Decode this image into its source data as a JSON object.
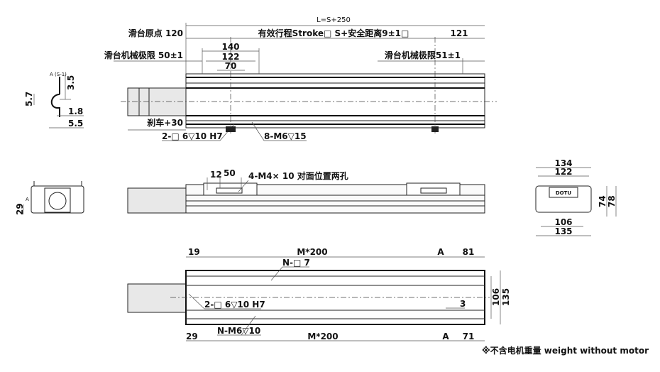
{
  "top_view": {
    "overall_length": "L=S+250",
    "origin": "滑台原点 120",
    "stroke": "有效行程Stroke□ S+安全距离9±1□",
    "right_offset": "121",
    "limit_left": "滑台机械极限  50±1",
    "limit_right": "滑台机械极限51±1",
    "dim_140": "140",
    "dim_122": "122",
    "dim_70": "70",
    "brake": "刹车+30",
    "pin_holes": "2-□ 6▽10 H7",
    "tapped_holes": "8-M6▽15"
  },
  "profile_detail": {
    "label": "A (S-1)",
    "dim_3_5": "3.5",
    "dim_5_7": "5.7",
    "dim_1_8": "1.8",
    "dim_5_5": "5.5"
  },
  "side_view": {
    "dim_12": "12",
    "dim_50": "50",
    "holes_note": "4-M4⨯ 10 对面位置两孔"
  },
  "left_end_view": {
    "label_a": "A",
    "dim_29": "29"
  },
  "right_end_view": {
    "dim_134": "134",
    "dim_122": "122",
    "dim_106": "106",
    "dim_135": "135",
    "dim_74": "74",
    "dim_78": "78",
    "logo_text": "DOTU"
  },
  "bottom_view": {
    "top_19": "19",
    "top_m200": "M*200",
    "top_a": "A",
    "top_81": "81",
    "holes_n7": "N-□ 7",
    "pin_holes": "2-□ 6▽10 H7",
    "dim_3": "3",
    "dim_106": "106",
    "dim_135": "135",
    "tapped_holes": "N-M6▽10",
    "bottom_29": "29",
    "bottom_m200": "M*200",
    "bottom_a": "A",
    "bottom_71": "71"
  },
  "note": "※不含电机重量 weight without motor"
}
